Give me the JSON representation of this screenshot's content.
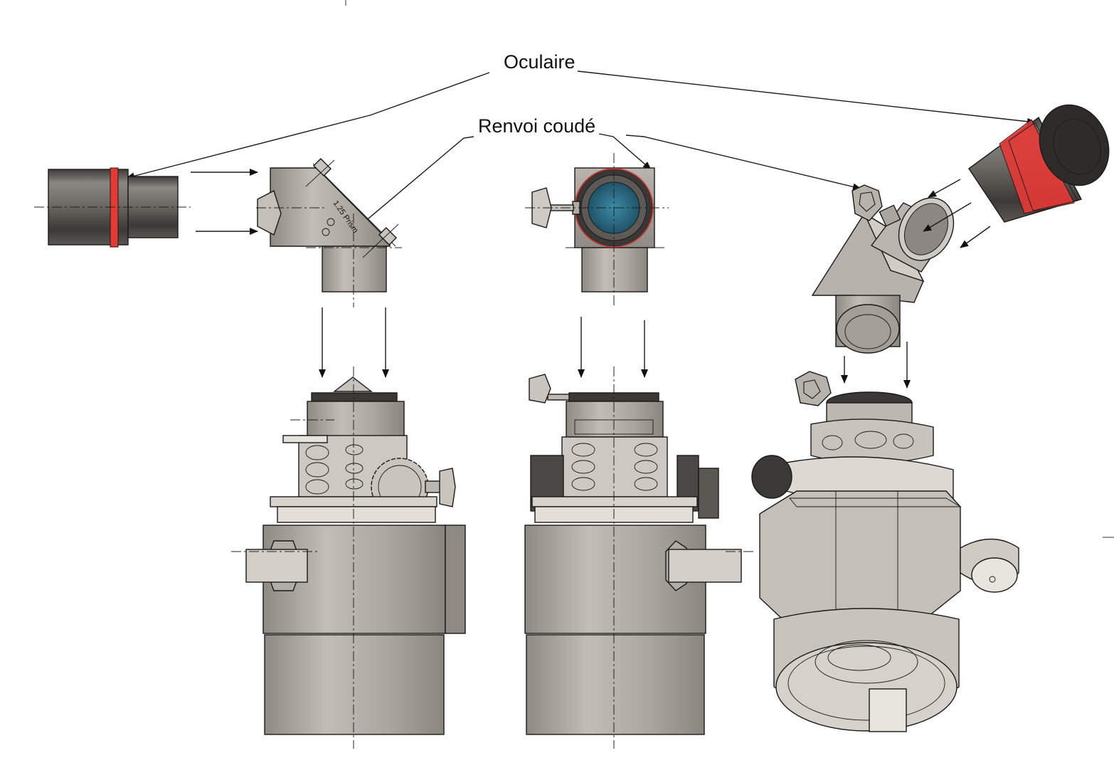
{
  "labels": {
    "eyepiece": "Oculaire",
    "diagonal": "Renvoi coudé",
    "prism_engraving": "1.25 Prism"
  },
  "colors": {
    "metal": "#a9a49d",
    "metal_dark": "#5a5652",
    "seal_ring": "#e53935",
    "lens": "#2f6e86",
    "line": "#1a1a1a"
  }
}
